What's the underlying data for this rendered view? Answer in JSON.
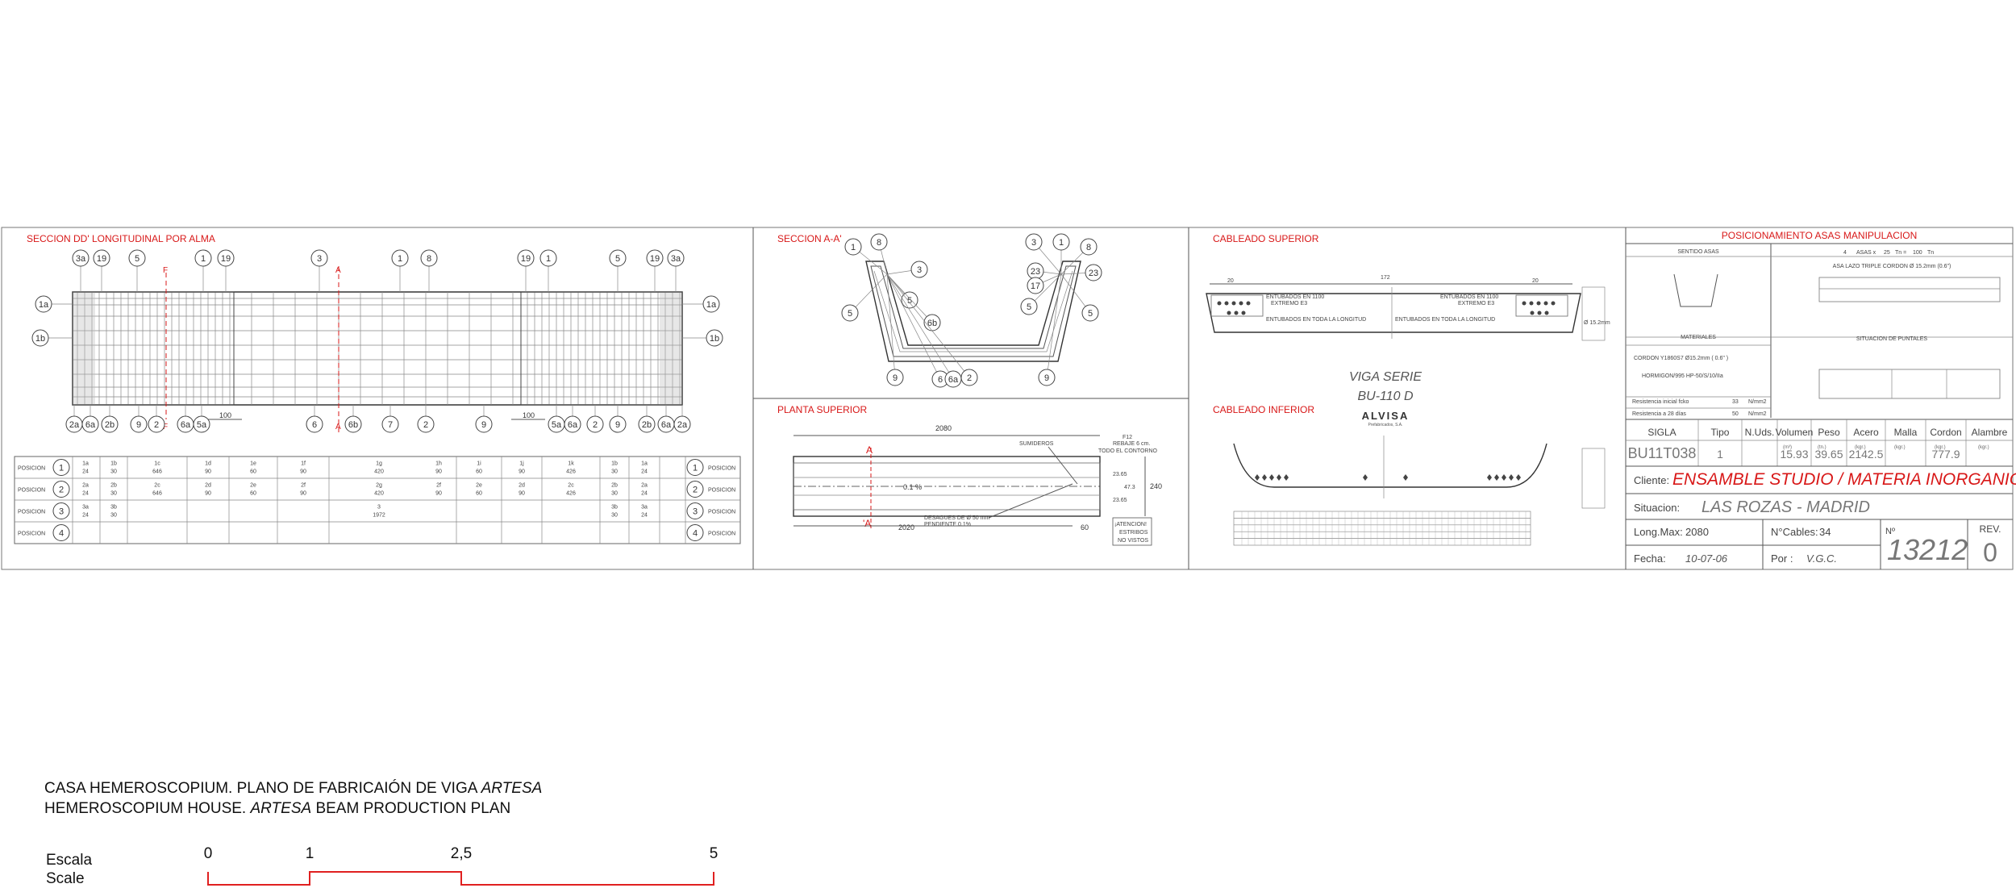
{
  "panels": {
    "longitudinal": "SECCION DD' LONGITUDINAL POR ALMA",
    "section_aa": "SECCION A-A'",
    "planta": "PLANTA SUPERIOR",
    "cableado_sup": "CABLEADO SUPERIOR",
    "cableado_inf": "CABLEADO INFERIOR",
    "posicionamiento": "POSICIONAMIENTO ASAS MANIPULACION"
  },
  "longitudinal": {
    "top_labels": [
      "3a",
      "19",
      "5",
      "1",
      "19",
      "3",
      "1",
      "8",
      "19",
      "1",
      "5",
      "19",
      "3a"
    ],
    "left_labels": [
      "1a",
      "1b"
    ],
    "right_labels": [
      "1a",
      "1b"
    ],
    "bottom_labels": [
      "2a",
      "6a",
      "2b",
      "9",
      "2",
      "6a",
      "5a",
      "6",
      "6b",
      "7",
      "2",
      "9",
      "5a",
      "6a",
      "2",
      "9",
      "2b",
      "6a",
      "2a"
    ],
    "marker_a": "A",
    "marker_f": "F",
    "dim_100": "100",
    "table": {
      "pos_label": "POSICION",
      "rows": [
        {
          "n": "1",
          "cells": [
            [
              "1a",
              "24"
            ],
            [
              "1b",
              "30"
            ],
            [
              "1c",
              "646"
            ],
            [
              "1d",
              "90"
            ],
            [
              "1e",
              "60"
            ],
            [
              "1f",
              "90"
            ],
            [
              "1g",
              "420"
            ],
            [
              "1h",
              "90"
            ],
            [
              "1i",
              "60"
            ],
            [
              "1j",
              "90"
            ],
            [
              "1k",
              "426"
            ],
            [
              "1b",
              "30"
            ],
            [
              "1a",
              "24"
            ]
          ]
        },
        {
          "n": "2",
          "cells": [
            [
              "2a",
              "24"
            ],
            [
              "2b",
              "30"
            ],
            [
              "2c",
              "646"
            ],
            [
              "2d",
              "90"
            ],
            [
              "2e",
              "60"
            ],
            [
              "2f",
              "90"
            ],
            [
              "2g",
              "420"
            ],
            [
              "2f",
              "90"
            ],
            [
              "2e",
              "60"
            ],
            [
              "2d",
              "90"
            ],
            [
              "2c",
              "426"
            ],
            [
              "2b",
              "30"
            ],
            [
              "2a",
              "24"
            ]
          ]
        },
        {
          "n": "3",
          "cells": [
            [
              "3a",
              "24"
            ],
            [
              "3b",
              "30"
            ],
            [
              "3",
              "1972"
            ],
            [
              "3b",
              "30"
            ],
            [
              "3a",
              "24"
            ]
          ]
        },
        {
          "n": "4",
          "cells": []
        }
      ]
    }
  },
  "section_aa": {
    "labels": [
      "1",
      "8",
      "3",
      "5",
      "5",
      "6b",
      "9",
      "6",
      "6a",
      "2",
      "3",
      "1",
      "8",
      "23",
      "17",
      "23",
      "5",
      "5",
      "9"
    ]
  },
  "planta": {
    "dim_top": "2080",
    "dim_bottom": "2020",
    "dim_60": "60",
    "marker_a": "A",
    "marker_a2": "'A",
    "slope": "0.1 %",
    "sumideros": "SUMIDEROS",
    "note_f12": "F12",
    "note_rebaje": "REBAJE 6 cm.",
    "note_contorno": "TODO EL CONTORNO",
    "desagues": "DESAGUES DE Ø 50 mm",
    "pendiente": "PENDIENTE 0.1%",
    "dim_240": "240",
    "dim_a": "23.65",
    "dim_b": "23.65",
    "dim_c": "47.3",
    "atencion_1": "¡ATENCION!",
    "atencion_2": "ESTRIBOS",
    "atencion_3": "NO VISTOS"
  },
  "cableado_sup": {
    "dim_172": "172",
    "dim_20a": "20",
    "dim_20b": "20",
    "ent_1100_l": "ENTUBADOS EN 1100",
    "extremo_l": "EXTREMO E3",
    "ent_1100_r": "ENTUBADOS EN 1100",
    "extremo_r": "EXTREMO E3",
    "ent_toda_l": "ENTUBADOS EN TODA LA LONGITUD",
    "ent_toda_r": "ENTUBADOS EN TODA LA LONGITUD",
    "legend_cord": "Ø 15.2mm"
  },
  "beam_id": {
    "line1": "VIGA SERIE",
    "line2": "BU-110 D",
    "brand": "ALVISA",
    "brand_sub": "Prefabricados, S.A."
  },
  "posicionamiento": {
    "sentido": "SENTIDO ASAS",
    "asas_count": "4",
    "asas_x": "ASAS x",
    "asas_tn": "25",
    "tn_eq": "Tn =",
    "tn_total": "100",
    "tn_unit": "Tn",
    "asa_desc": "ASA LAZO TRIPLE CORDON Ø 15.2mm (0.6\")",
    "materiales": "MATERIALES",
    "situacion_puntales": "SITUACION DE PUNTALES",
    "cordon": "CORDON Y1860S7 Ø15.2mm ( 0.6\" )",
    "hormigon": "HORMIGON/995 HP-50/S/10/IIa",
    "res_inicial_label": "Resistencia inicial fcko",
    "res_inicial_val": "33",
    "res_unit": "N/mm2",
    "res_28_label": "Resistencia a 28 días",
    "res_28_val": "50"
  },
  "title_block": {
    "headers": [
      "SIGLA",
      "Tipo",
      "N.Uds.",
      "Volumen",
      "Peso",
      "Acero",
      "Malla",
      "Cordon",
      "Alambre"
    ],
    "units": [
      "",
      "",
      "",
      "(m³)",
      "(tn.)",
      "(kgr.)",
      "(kgr.)",
      "(kgr.)",
      "(kgr.)"
    ],
    "values": [
      "BU11T038",
      "1",
      "",
      "15.93",
      "39.65",
      "2142.5",
      "",
      "777.9",
      ""
    ],
    "cliente_label": "Cliente:",
    "cliente": "ENSAMBLE STUDIO / MATERIA INORGANICA",
    "situacion_label": "Situacion:",
    "situacion": "LAS ROZAS - MADRID",
    "longmax_label": "Long.Max:",
    "longmax": "2080",
    "ncables_label": "N°Cables:",
    "ncables": "34",
    "n_label": "Nº",
    "plan_no": "13212",
    "rev_label": "REV.",
    "rev": "0",
    "fecha_label": "Fecha:",
    "fecha": "10-07-06",
    "por_label": "Por :",
    "por": "V.G.C."
  },
  "caption": {
    "line1_a": "CASA HEMEROSCOPIUM. PLANO DE FABRICAIÓN DE VIGA ",
    "line1_b": "ARTESA",
    "line2_a": "HEMEROSCOPIUM HOUSE. ",
    "line2_b": "ARTESA",
    "line2_c": " BEAM PRODUCTION PLAN"
  },
  "scale": {
    "label_es": "Escala",
    "label_en": "Scale",
    "ticks": [
      "0",
      "1",
      "2,5",
      "5"
    ]
  },
  "colors": {
    "accent": "#d81818",
    "line": "#555555"
  }
}
